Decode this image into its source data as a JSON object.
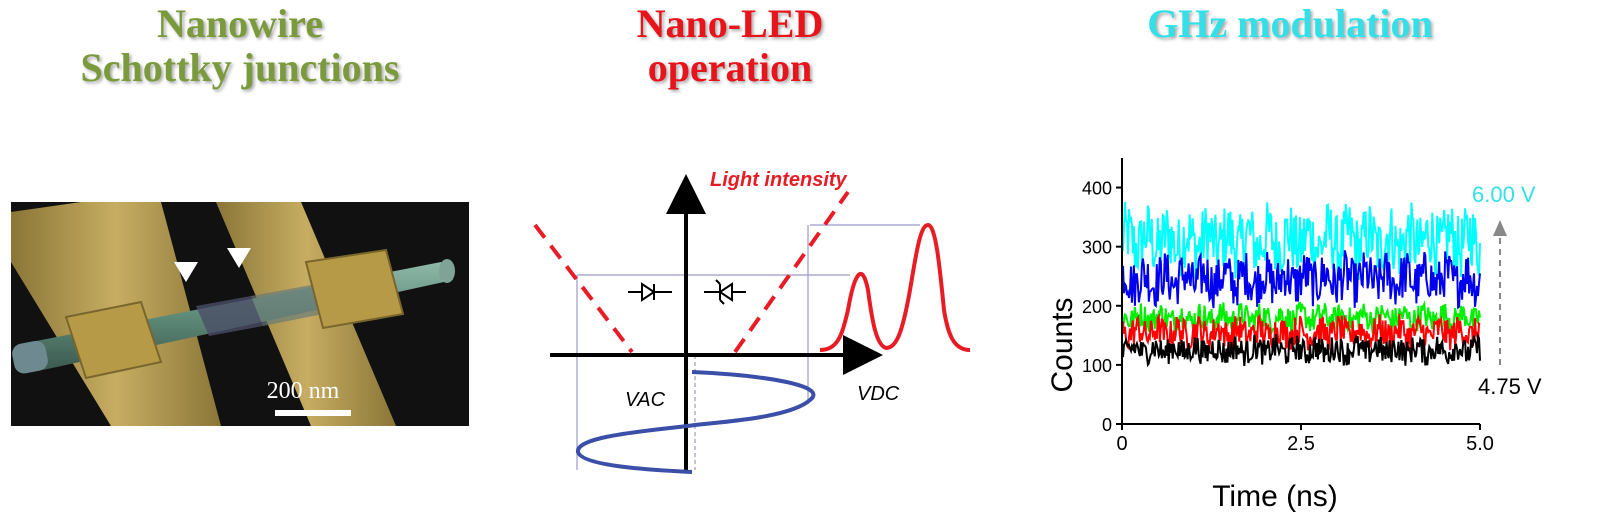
{
  "titles": [
    {
      "lines": [
        "Nanowire",
        "Schottky junctions"
      ],
      "color": "#7a9a3c"
    },
    {
      "lines": [
        "Nano-LED",
        "operation"
      ],
      "color": "#e8141b"
    },
    {
      "lines": [
        "GHz modulation"
      ],
      "color": "#33e0e8"
    }
  ],
  "sem": {
    "scale_label": "200 nm",
    "colors": {
      "background": "#111111",
      "electrode": "#b59b52",
      "nanowire": "#6f9a8a"
    }
  },
  "diagram": {
    "light_label": "Light intensity",
    "vac_label": "VAC",
    "vdc_label": "VDC",
    "colors": {
      "axis": "#000000",
      "light": "#e81c24",
      "vac": "#3b4ea8",
      "guide": "#9b9bcb"
    }
  },
  "chart_data": {
    "type": "line",
    "xlabel": "Time (ns)",
    "ylabel": "Counts",
    "xlim": [
      0,
      5.0
    ],
    "ylim": [
      0,
      450
    ],
    "xticks": [
      "0",
      "2.5",
      "5.0"
    ],
    "yticks": [
      "0",
      "100",
      "200",
      "300",
      "400"
    ],
    "series": [
      {
        "color": "#00ffff",
        "mean": 310,
        "amp": 55
      },
      {
        "color": "#0000ee",
        "mean": 245,
        "amp": 40
      },
      {
        "color": "#00ee00",
        "mean": 180,
        "amp": 22
      },
      {
        "color": "#ff0000",
        "mean": 155,
        "amp": 25
      },
      {
        "color": "#000000",
        "mean": 125,
        "amp": 22
      }
    ],
    "annotations": [
      {
        "text": "6.00 V",
        "color": "#33e0e8"
      },
      {
        "text": "4.75 V",
        "color": "#000000"
      }
    ]
  }
}
